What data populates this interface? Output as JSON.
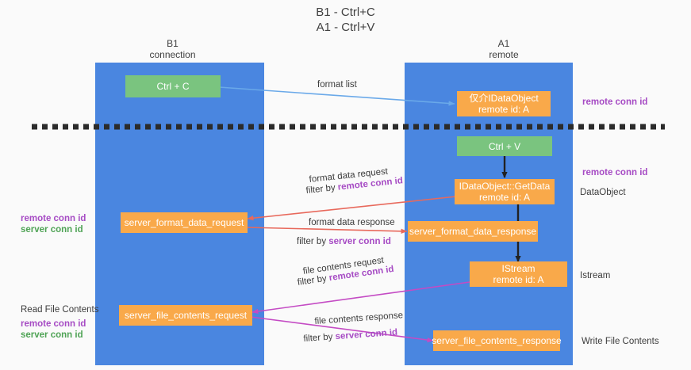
{
  "title": "B1 - Ctrl+C\nA1 - Ctrl+V",
  "columns": {
    "left": "B1\nconnection",
    "right": "A1\nremote"
  },
  "colors": {
    "lane": "#4a86e0",
    "green_box": "#7ac47f",
    "orange_box": "#f9a94a",
    "purple_text": "#a64bc4",
    "green_text": "#4fa355",
    "blue_arrow": "#6aa9e9",
    "red_arrow": "#e8695c",
    "magenta_arrow": "#c44bc4",
    "black_arrow": "#222222",
    "background": "#fafafa"
  },
  "boxes": {
    "ctrl_c": "Ctrl + C",
    "ctrl_v": "Ctrl + V",
    "idataobject_remote": "仅介IDataObject\nremote id: A",
    "getdata": "IDataObject::GetData\nremote id: A",
    "istream": "IStream\nremote id: A",
    "server_format_data_request": "server_format_data_request",
    "server_format_data_response": "server_format_data_response",
    "server_file_contents_request": "server_file_contents_request",
    "server_file_contents_response": "server_file_contents_response"
  },
  "edge_labels": {
    "format_list": "format list",
    "format_data_request": "format data request",
    "format_data_request_filter_prefix": "filter by ",
    "format_data_request_filter_key": "remote conn id",
    "format_data_response": "format data response",
    "format_data_response_filter_prefix": "filter by ",
    "format_data_response_filter_key": "server conn id",
    "file_contents_request": "file contents request",
    "file_contents_request_filter_prefix": "filter by ",
    "file_contents_request_filter_key": "remote conn id",
    "file_contents_response": "file contents response",
    "file_contents_response_filter_prefix": "filter by ",
    "file_contents_response_filter_key": "server conn id"
  },
  "annotations": {
    "right_remote_conn_id_top": "remote conn id",
    "right_remote_conn_id_mid": "remote conn id",
    "right_dataobject": "DataObject",
    "right_istream": "Istream",
    "right_write_file_contents": "Write File Contents",
    "left_remote_conn_id_mid": "remote conn id",
    "left_server_conn_id_mid": "server conn id",
    "left_read_file_contents": "Read File Contents",
    "left_remote_conn_id_bottom": "remote conn id",
    "left_server_conn_id_bottom": "server conn id"
  }
}
